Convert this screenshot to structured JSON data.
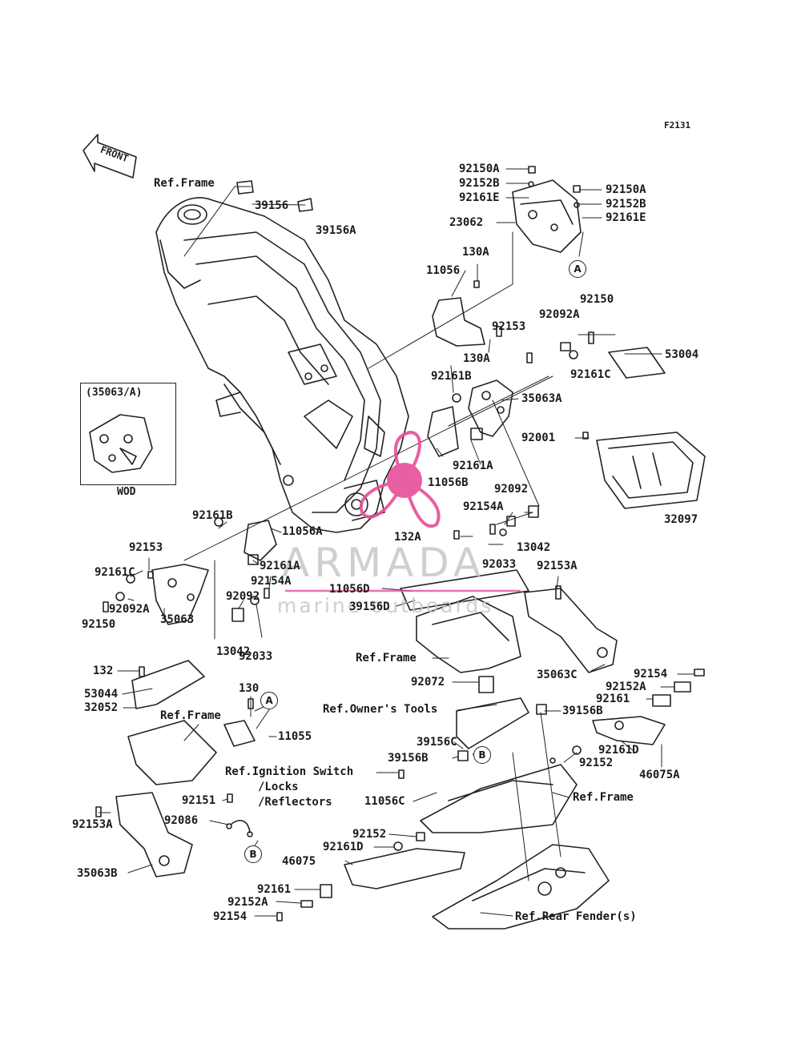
{
  "diagram": {
    "sheet_code": "F2131",
    "direction_arrow": "FRONT",
    "inset": {
      "title": "(35063/A)",
      "footer": "WOD"
    },
    "watermark": {
      "brand": "ARMADA",
      "tagline": "marine outboards",
      "colors": {
        "propeller": "#e64e9a",
        "text": "#c7c7c7"
      }
    },
    "callouts": [
      "A",
      "A",
      "B",
      "B"
    ],
    "labels": [
      "Ref.Frame",
      "39156",
      "39156A",
      "92150A",
      "92152B",
      "92161E",
      "23062",
      "92150A",
      "92152B",
      "92161E",
      "130A",
      "11056",
      "130A",
      "92150",
      "92092A",
      "92153",
      "92161C",
      "53004",
      "92161B",
      "35063A",
      "92001",
      "92161A",
      "11056B",
      "32097",
      "92092",
      "92154A",
      "13042",
      "132A",
      "92033",
      "92161B",
      "11056A",
      "92161A",
      "92154A",
      "92092",
      "92153",
      "92161C",
      "92092A",
      "92150",
      "35063",
      "13042",
      "92033",
      "11056D",
      "39156D",
      "92153A",
      "Ref.Frame",
      "35063C",
      "92154",
      "92152A",
      "92161",
      "92072",
      "132",
      "53044",
      "32052",
      "Ref.Frame",
      "130",
      "11055",
      "Ref.Owner's Tools",
      "39156B",
      "39156C",
      "39156B",
      "92161D",
      "92152",
      "46075A",
      "Ref.Ignition Switch",
      "/Locks",
      "/Reflectors",
      "92151",
      "92086",
      "11056C",
      "Ref.Frame",
      "92153A",
      "35063B",
      "92152",
      "92161D",
      "46075",
      "92161",
      "92152A",
      "92154",
      "Ref.Rear Fender(s)"
    ]
  }
}
